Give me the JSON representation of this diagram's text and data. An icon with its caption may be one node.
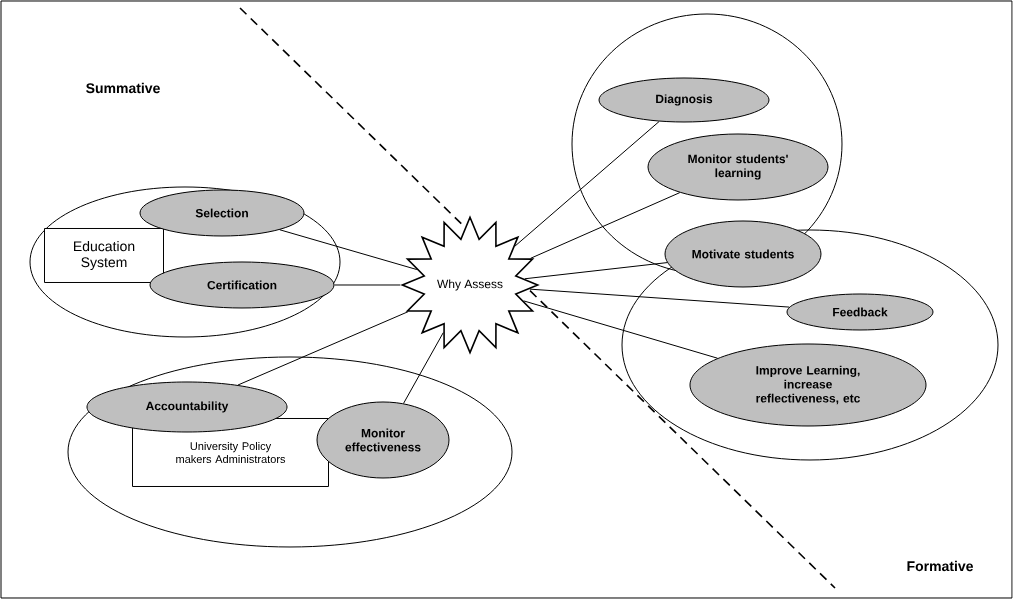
{
  "diagram": {
    "nodes": [
      {
        "text": [],
        "shape": "ellipse"
      },
      {
        "text": [
          "Selection"
        ],
        "in": 0
      },
      {
        "text": [
          "Education System"
        ],
        "in": 0
      },
      {
        "text": [
          "Certification"
        ],
        "in": 0
      },
      {
        "text": [],
        "shape": "ellipse"
      },
      {
        "text": [
          "Accountability"
        ],
        "in": 4
      },
      {
        "text": [
          "University Policy makers Administrators"
        ],
        "in": 4
      },
      {
        "text": [
          "Monitor effectiveness"
        ],
        "in": 4
      },
      {
        "text": [],
        "shape": "ellipse"
      },
      {
        "text": [
          "Diagnosis"
        ],
        "in": 8
      },
      {
        "text": [
          "Monitor students' learning"
        ],
        "in": 8
      },
      {
        "text": [
          "Motivate students"
        ]
      },
      {
        "text": [],
        "shape": "ellipse"
      },
      {
        "text": [
          "Feedback"
        ],
        "in": 12
      },
      {
        "text": [
          "Improve Learning, increase reflectiveness, etc"
        ],
        "in": 12
      },
      {
        "text": [
          "Why Assess"
        ]
      }
    ],
    "edges": [
      {
        "from": 15,
        "to": 1,
        "arrow": "none"
      },
      {
        "from": 15,
        "to": 3,
        "arrow": "none"
      },
      {
        "from": 15,
        "to": 5,
        "arrow": "none"
      },
      {
        "from": 15,
        "to": 7,
        "arrow": "none"
      },
      {
        "from": 15,
        "to": 9,
        "arrow": "none"
      },
      {
        "from": 15,
        "to": 10,
        "arrow": "none"
      },
      {
        "from": 15,
        "to": 11,
        "arrow": "none"
      },
      {
        "from": 15,
        "to": 13,
        "arrow": "none"
      },
      {
        "from": 15,
        "to": 14,
        "arrow": "none"
      }
    ],
    "labels": [
      "Summative",
      "Formative"
    ]
  }
}
